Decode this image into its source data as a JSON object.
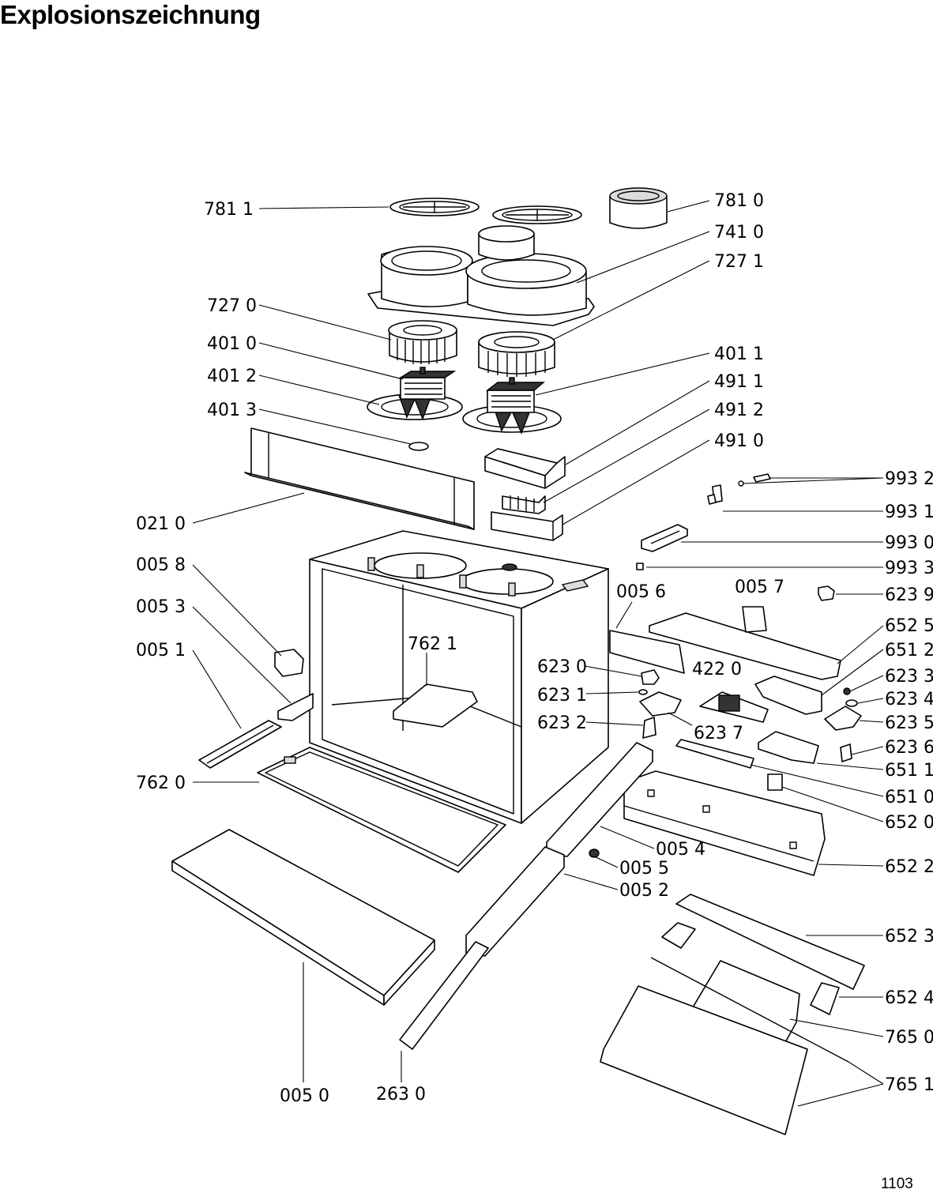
{
  "title": "Explosionszeichnung",
  "page_number": "1103",
  "labels": {
    "l7811": "781 1",
    "l7810": "781 0",
    "l7410": "741 0",
    "l7271": "727 1",
    "l7270": "727 0",
    "l4010": "401 0",
    "l4011": "401 1",
    "l4012": "401 2",
    "l4911": "491 1",
    "l4013": "401 3",
    "l4912": "491 2",
    "l4910": "491 0",
    "l9932": "993 2",
    "l9931": "993 1",
    "l0210": "021 0",
    "l9930": "993 0",
    "l0058": "005 8",
    "l9933": "993 3",
    "l0056": "005 6",
    "l0057": "005 7",
    "l6239": "623 9",
    "l0053": "005 3",
    "l6525": "652 5",
    "l7621": "762 1",
    "l0051": "005 1",
    "l6512": "651 2",
    "l6230": "623 0",
    "l4220": "422 0",
    "l6233": "623 3",
    "l6231": "623 1",
    "l6234": "623 4",
    "l6232": "623 2",
    "l6237": "623 7",
    "l6235": "623 5",
    "l6236": "623 6",
    "l6511": "651 1",
    "l7620": "762 0",
    "l6510": "651 0",
    "l6520": "652 0",
    "l0054": "005 4",
    "l0055": "005 5",
    "l6522": "652 2",
    "l0052": "005 2",
    "l6523": "652 3",
    "l6524": "652 4",
    "l7650": "765 0",
    "l7651": "765 1",
    "l0050": "005 0",
    "l2630": "263 0"
  }
}
